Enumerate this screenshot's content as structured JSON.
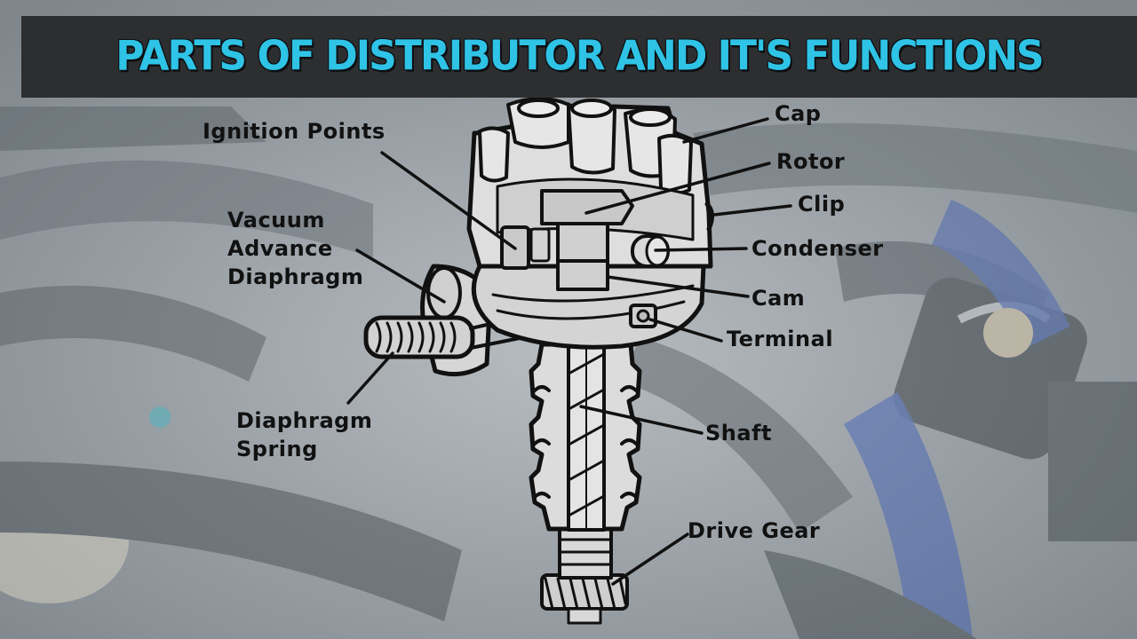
{
  "title": "PARTS OF DISTRIBUTOR AND IT'S FUNCTIONS",
  "labels": {
    "cap": "Cap",
    "rotor": "Rotor",
    "clip": "Clip",
    "condenser": "Condenser",
    "cam": "Cam",
    "terminal": "Terminal",
    "shaft": "Shaft",
    "drive_gear": "Drive Gear",
    "ignition_points": "Ignition Points",
    "vacuum_advance": "Vacuum",
    "vacuum_advance_2": "Advance",
    "vacuum_advance_3": "Diaphragm",
    "diaphragm_spring": "Diaphragm",
    "diaphragm_spring_2": "Spring"
  },
  "colors": {
    "title_text": "#2fc3e6",
    "title_bar": "#2c2e30",
    "part_fill": "#dcdcdc",
    "outline": "#111111",
    "hose_blue": "#2f4fa8"
  }
}
